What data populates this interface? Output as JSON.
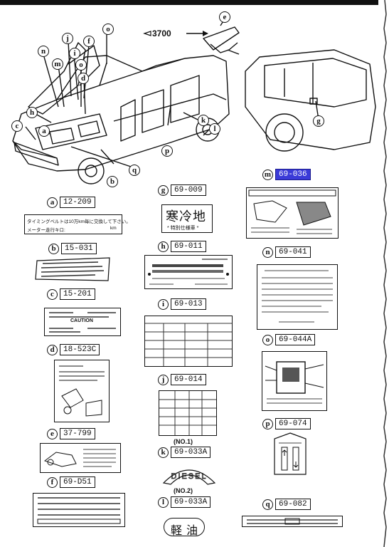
{
  "jack_callout": {
    "code": "3700"
  },
  "callouts": [
    "a",
    "b",
    "c",
    "d",
    "e",
    "f",
    "g",
    "h",
    "i",
    "j",
    "k",
    "l",
    "m",
    "n",
    "o",
    "p",
    "q"
  ],
  "labels": {
    "a": {
      "letter": "a",
      "part": "12-209",
      "text1": "タイミングベルトは10万km毎に交換して下さい。",
      "text2": "メーター走行キロ:",
      "text3": "km"
    },
    "b": {
      "letter": "b",
      "part": "15-031"
    },
    "c": {
      "letter": "c",
      "part": "15-201",
      "caution": "CAUTION"
    },
    "d": {
      "letter": "d",
      "part": "18-523C"
    },
    "e": {
      "letter": "e",
      "part": "37-799"
    },
    "f": {
      "letter": "f",
      "part": "69-D51"
    },
    "g": {
      "letter": "g",
      "part": "69-009",
      "kanji": "寒冷地",
      "sub": "* 特別仕様車 *"
    },
    "h": {
      "letter": "h",
      "part": "69-011"
    },
    "i": {
      "letter": "i",
      "part": "69-013"
    },
    "j": {
      "letter": "j",
      "part": "69-014"
    },
    "k": {
      "letter": "k",
      "part": "69-033A",
      "note": "(NO.1)",
      "word": "DIESEL"
    },
    "l": {
      "letter": "l",
      "part": "69-033A",
      "note": "(NO.2)",
      "word": "軽油"
    },
    "m": {
      "letter": "m",
      "part": "69-036"
    },
    "n": {
      "letter": "n",
      "part": "69-041"
    },
    "o": {
      "letter": "o",
      "part": "69-044A"
    },
    "p": {
      "letter": "p",
      "part": "69-074"
    },
    "q": {
      "letter": "q",
      "part": "69-082"
    }
  },
  "colors": {
    "highlight": "#3a3ad8",
    "ink": "#111111"
  }
}
